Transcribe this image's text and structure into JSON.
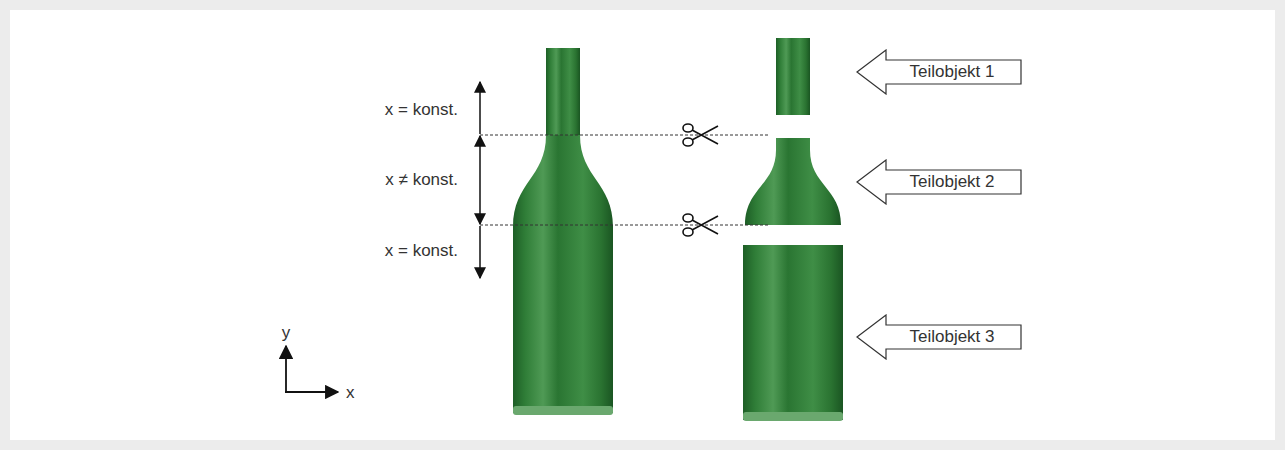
{
  "diagram": {
    "nodes": [
      {
        "text": [
          "Teilobjekt 1"
        ]
      },
      {
        "text": [
          "Teilobjekt 2"
        ]
      },
      {
        "text": [
          "Teilobjekt 3"
        ]
      }
    ],
    "labels": [
      "x = konst.",
      "x ≠ konst.",
      "x = konst.",
      "y",
      "x"
    ]
  }
}
